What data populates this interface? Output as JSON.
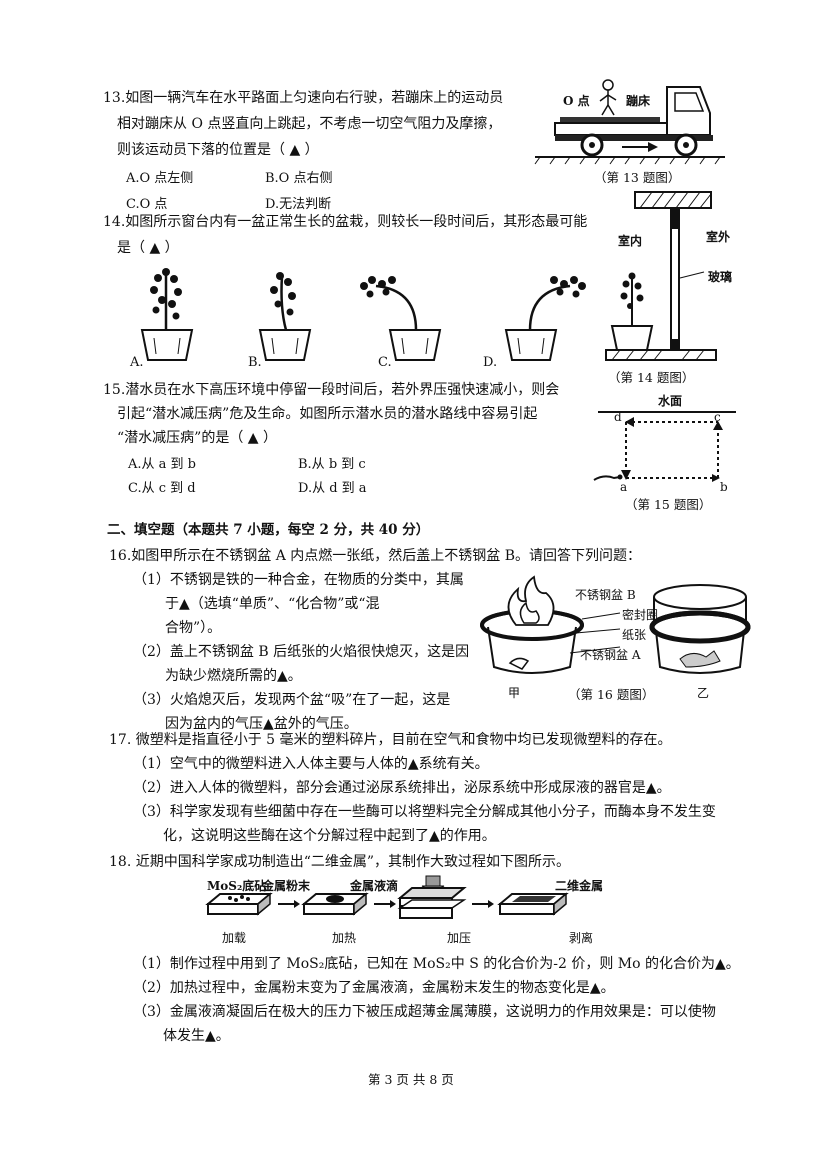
{
  "q13": {
    "line1": "13.如图一辆汽车在水平路面上匀速向右行驶，若蹦床上的运动员",
    "line2": "相对蹦床从 O 点竖直向上跳起，不考虑一切空气阻力及摩擦，",
    "line3": "则该运动员下落的位置是（ ▲ ）",
    "options": [
      "A.O 点左侧",
      "B.O 点右侧",
      "C.O 点",
      "D.无法判断"
    ],
    "fig_labels": [
      "O 点",
      "蹦床"
    ],
    "caption": "（第 13 题图）"
  },
  "q14": {
    "line1": "14.如图所示窗台内有一盆正常生长的盆栽，则较长一段时间后，其形态最可能",
    "line2": "是（ ▲ ）",
    "options": [
      "A.",
      "B.",
      "C.",
      "D."
    ],
    "fig_labels": [
      "室内",
      "室外",
      "玻璃"
    ],
    "caption": "（第 14 题图）"
  },
  "q15": {
    "line1": "15.潜水员在水下高压环境中停留一段时间后，若外界压强快速减小，则会",
    "line2": "引起“潜水减压病”危及生命。如图所示潜水员的潜水路线中容易引起",
    "line3": "“潜水减压病”的是（ ▲ ）",
    "options": [
      "A.从 a 到 b",
      "B.从 b 到 c",
      "C.从 c 到 d",
      "D.从 d 到 a"
    ],
    "fig_labels": [
      "水面",
      "d",
      "c",
      "a",
      "b"
    ],
    "caption": "（第 15 题图）"
  },
  "section2": {
    "title": "二、填空题（本题共 7 小题，每空 2 分，共 40 分）"
  },
  "q16": {
    "stem": "16.如图甲所示在不锈钢盆 A 内点燃一张纸，然后盖上不锈钢盆 B。请回答下列问题：",
    "s1a": "（1）不锈钢是铁的一种合金，在物质的分类中，其属",
    "s1b": "于▲（选填“单质”、“化合物”或“混",
    "s1c": "合物”）。",
    "s2a": "（2）盖上不锈钢盆 B 后纸张的火焰很快熄灭，这是因",
    "s2b": "为缺少燃烧所需的▲。",
    "s3a": "（3）火焰熄灭后，发现两个盆“吸”在了一起，这是",
    "s3b": "因为盆内的气压▲盆外的气压。",
    "fig_labels": [
      "不锈钢盆 B",
      "密封圈",
      "纸张",
      "不锈钢盆 A",
      "甲",
      "乙"
    ],
    "caption": "（第 16 题图）"
  },
  "q17": {
    "stem": "17. 微塑料是指直径小于 5 毫米的塑料碎片，目前在空气和食物中均已发现微塑料的存在。",
    "s1": "（1）空气中的微塑料进入人体主要与人体的▲系统有关。",
    "s2": "（2）进入人体的微塑料，部分会通过泌尿系统排出，泌尿系统中形成尿液的器官是▲。",
    "s3a": "（3）科学家发现有些细菌中存在一些酶可以将塑料完全分解成其他小分子，而酶本身不发生变",
    "s3b": "化，这说明这些酶在这个分解过程中起到了▲的作用。"
  },
  "q18": {
    "stem": "18. 近期中国科学家成功制造出“二维金属”，其制作大致过程如下图所示。",
    "fig_top": [
      "MoS₂底砧",
      "金属粉末",
      "金属液滴",
      "二维金属"
    ],
    "fig_bottom": [
      "加载",
      "加热",
      "加压",
      "剥离"
    ],
    "s1": "（1）制作过程中用到了 MoS₂底砧，已知在 MoS₂中 S 的化合价为-2 价，则 Mo 的化合价为▲。",
    "s2": "（2）加热过程中，金属粉末变为了金属液滴，金属粉末发生的物态变化是▲。",
    "s3a": "（3）金属液滴凝固后在极大的压力下被压成超薄金属薄膜，这说明力的作用效果是：可以使物",
    "s3b": "体发生▲。"
  },
  "footer": {
    "page": "第 3 页 共 8 页"
  }
}
